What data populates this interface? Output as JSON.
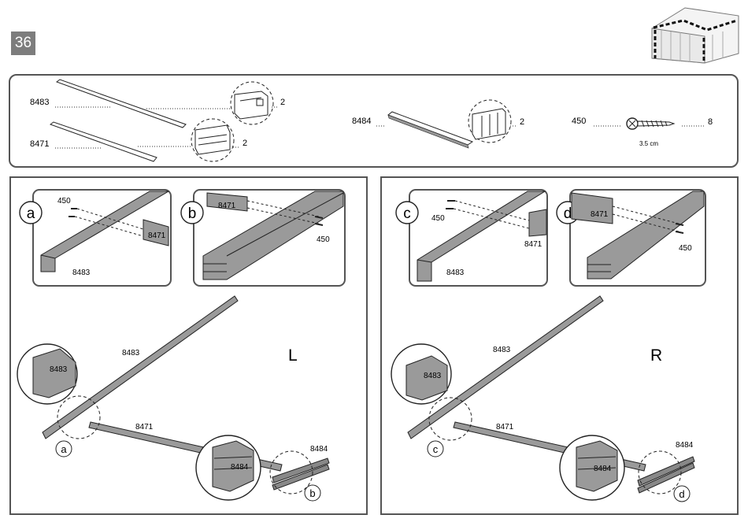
{
  "page_number": "36",
  "parts_box": {
    "items": [
      {
        "code": "8483",
        "qty": "2"
      },
      {
        "code": "8471",
        "qty": "2"
      },
      {
        "code": "8484",
        "qty": "2"
      },
      {
        "code": "450",
        "qty": "8",
        "size": "3.5 cm"
      }
    ]
  },
  "left_panel": {
    "side": "L",
    "details": [
      {
        "letter": "a",
        "labels": [
          "450",
          "8471",
          "8483"
        ]
      },
      {
        "letter": "b",
        "labels": [
          "8471",
          "450"
        ]
      }
    ],
    "main_labels": {
      "rail_long": "8483",
      "rail_mid": "8471",
      "rail_short": "8484",
      "callout_upper": "8483",
      "callout_lower": "8484"
    },
    "markers": [
      "a",
      "b"
    ]
  },
  "right_panel": {
    "side": "R",
    "details": [
      {
        "letter": "c",
        "labels": [
          "450",
          "8471",
          "8483"
        ]
      },
      {
        "letter": "d",
        "labels": [
          "8471",
          "450"
        ]
      }
    ],
    "main_labels": {
      "rail_long": "8483",
      "rail_mid": "8471",
      "rail_short": "8484",
      "callout_upper": "8483",
      "callout_lower": "8484"
    },
    "markers": [
      "c",
      "d"
    ]
  }
}
